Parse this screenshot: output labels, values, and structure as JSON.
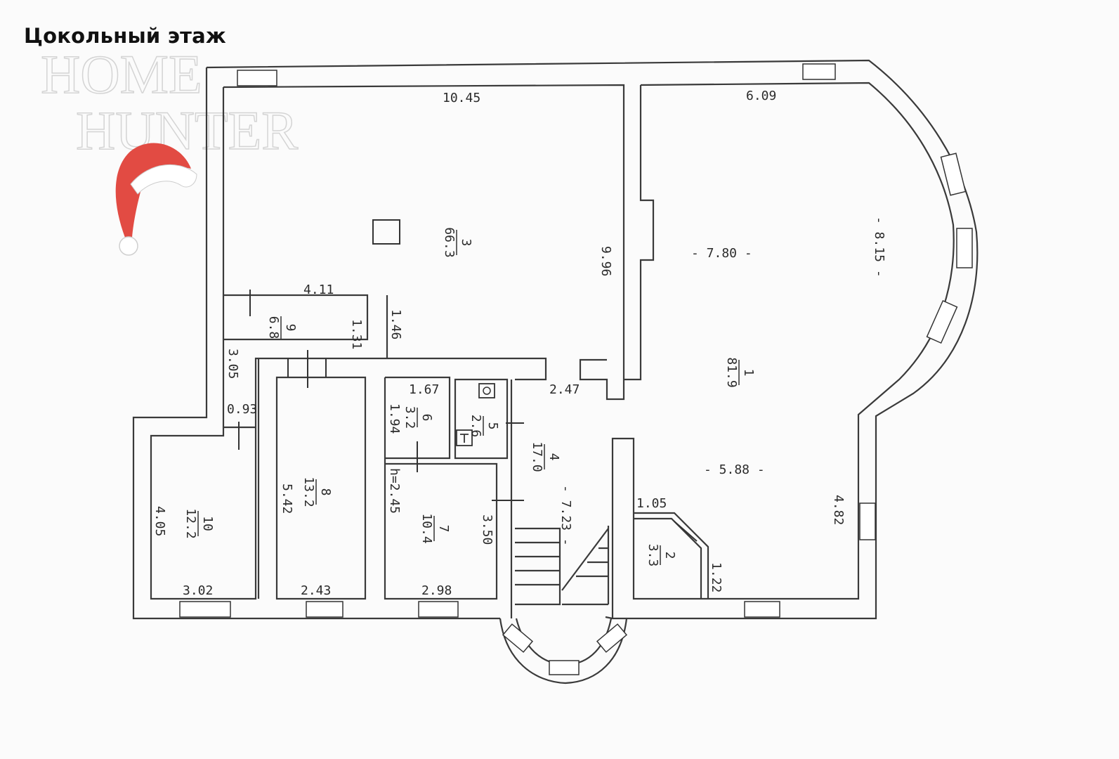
{
  "title": "Цокольный этаж",
  "watermark": {
    "line1": "HOME",
    "line2": "HUNTER"
  },
  "icons": {
    "logo": "santa-hat-icon",
    "wc": "toilet-icon",
    "shower": "shower-icon",
    "stairs": "staircase-icon"
  },
  "colors": {
    "hat_red": "#e24b43",
    "line": "#3a3a3a"
  },
  "rooms": [
    {
      "id": "room-3",
      "number": "3",
      "area": "66.3"
    },
    {
      "id": "room-1",
      "number": "1",
      "area": "81.9"
    },
    {
      "id": "room-9",
      "number": "9",
      "area": "6.8"
    },
    {
      "id": "room-10",
      "number": "10",
      "area": "12.2"
    },
    {
      "id": "room-8",
      "number": "8",
      "area": "13.2"
    },
    {
      "id": "room-6",
      "number": "6",
      "area": "3.2"
    },
    {
      "id": "room-5",
      "number": "5",
      "area": "2.6"
    },
    {
      "id": "room-4",
      "number": "4",
      "area": "17.0"
    },
    {
      "id": "room-7",
      "number": "7",
      "area": "10.4"
    },
    {
      "id": "room-2",
      "number": "2",
      "area": "3.3"
    }
  ],
  "dimensions": {
    "d10_45": "10.45",
    "d6_09": "6.09",
    "d9_96": "9.96",
    "d7_80": "- 7.80 -",
    "d8_15": "- 8.15 -",
    "d4_11": "4.11",
    "d1_31": "1.31",
    "d1_46": "1.46",
    "d3_05": "3.05",
    "d0_93": "0.93",
    "d2_47": "2.47",
    "d1_67": "1.67",
    "d1_94": "1.94",
    "dh": "h=2.45",
    "d7_23": "- 7.23 -",
    "d5_88": "- 5.88 -",
    "d1_05": "1.05",
    "d4_82": "4.82",
    "d1_22": "1.22",
    "d4_05": "4.05",
    "d5_42": "5.42",
    "d3_50": "3.50",
    "d3_02": "3.02",
    "d2_43": "2.43",
    "d2_98": "2.98"
  }
}
